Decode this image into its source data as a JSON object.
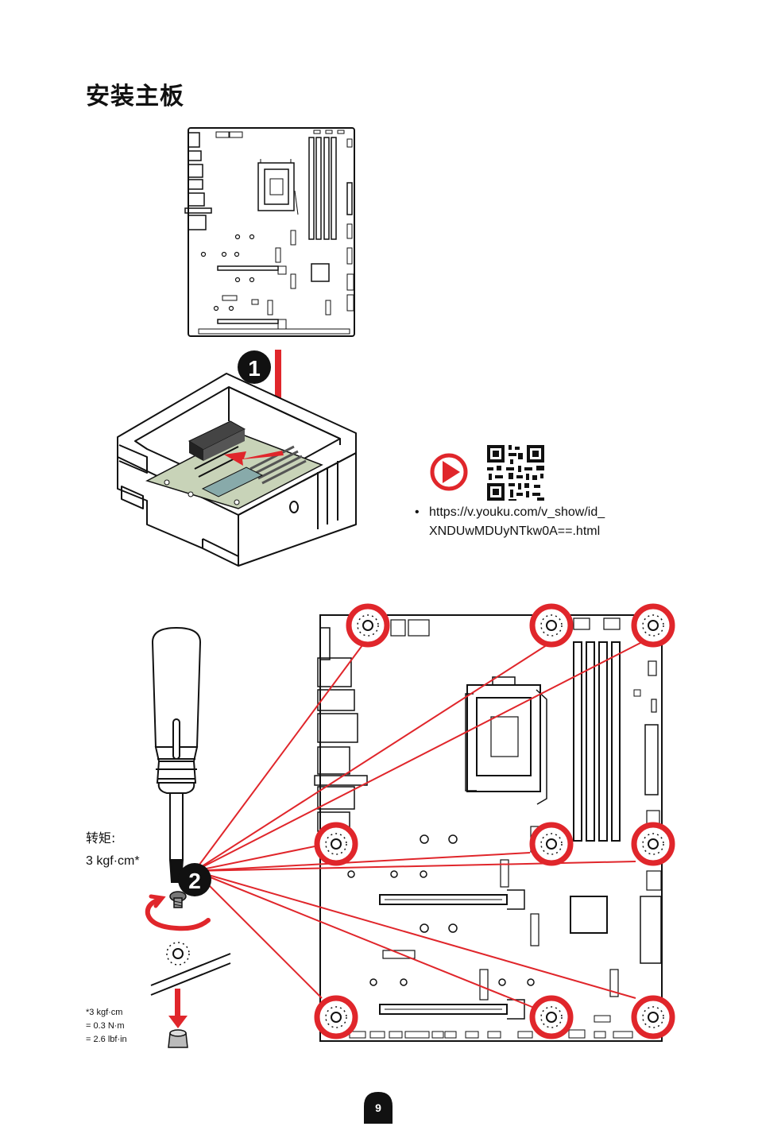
{
  "page": {
    "title": "安装主板",
    "page_number": "9"
  },
  "steps": [
    {
      "number": "1"
    },
    {
      "number": "2"
    }
  ],
  "video": {
    "url_bullet": "•",
    "url_line1": "https://v.youku.com/v_show/id_",
    "url_line2": "XNDUwMDUyNTkw0A==.html",
    "play_icon": "play-icon",
    "qr_icon": "qr-code-icon"
  },
  "torque": {
    "label": "转矩:",
    "value": "3 kgf·cm*"
  },
  "note": {
    "line1": "*3 kgf·cm",
    "line2": "= 0.3 N·m",
    "line3": "= 2.6 lbf·in"
  },
  "colors": {
    "accent_red": "#e0262b",
    "line_dark": "#111111"
  }
}
